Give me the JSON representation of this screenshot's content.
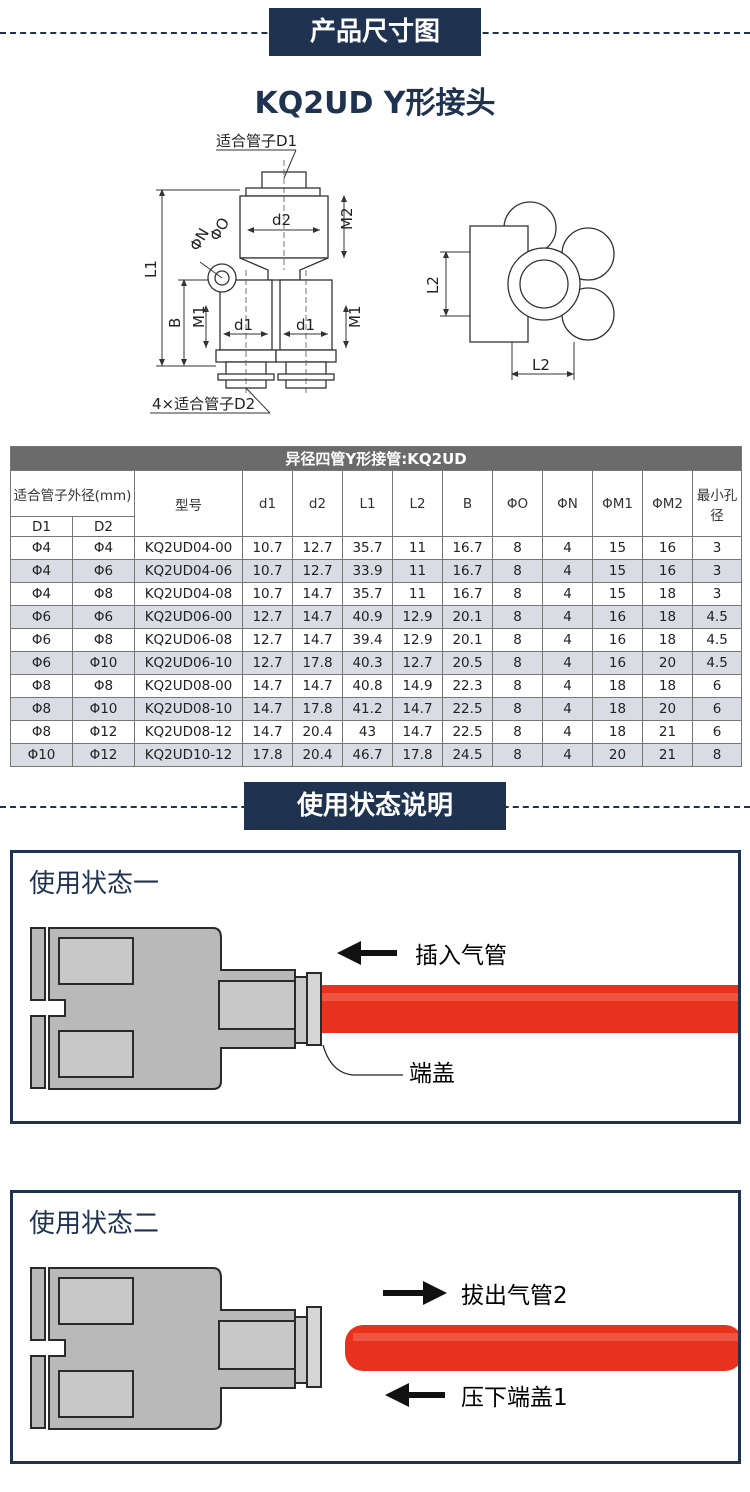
{
  "section1": {
    "title": "产品尺寸图"
  },
  "product": {
    "title": "KQ2UD Y形接头"
  },
  "drawing": {
    "tube_d1_label": "适合管子D1",
    "tube_d2_label": "4×适合管子D2",
    "labels": {
      "d2": "d2",
      "d1a": "d1",
      "d1b": "d1",
      "M2": "M2",
      "M1a": "M1",
      "M1b": "M1",
      "L1": "L1",
      "B": "B",
      "phiN": "ΦN",
      "phiO": "ΦO",
      "L2a": "L2",
      "L2b": "L2"
    }
  },
  "table": {
    "title": "异径四管Y形接管:KQ2UD",
    "headers": {
      "tube_od": "适合管子外径(mm)",
      "D1": "D1",
      "D2": "D2",
      "model": "型号",
      "d1": "d1",
      "d2": "d2",
      "L1": "L1",
      "L2": "L2",
      "B": "B",
      "phiO": "ΦO",
      "phiN": "ΦN",
      "phiM1": "ΦM1",
      "phiM2": "ΦM2",
      "min_hole": "最小孔径"
    },
    "rows": [
      [
        "Φ4",
        "Φ4",
        "KQ2UD04-00",
        "10.7",
        "12.7",
        "35.7",
        "11",
        "16.7",
        "8",
        "4",
        "15",
        "16",
        "3"
      ],
      [
        "Φ4",
        "Φ6",
        "KQ2UD04-06",
        "10.7",
        "12.7",
        "33.9",
        "11",
        "16.7",
        "8",
        "4",
        "15",
        "16",
        "3"
      ],
      [
        "Φ4",
        "Φ8",
        "KQ2UD04-08",
        "10.7",
        "14.7",
        "35.7",
        "11",
        "16.7",
        "8",
        "4",
        "15",
        "18",
        "3"
      ],
      [
        "Φ6",
        "Φ6",
        "KQ2UD06-00",
        "12.7",
        "14.7",
        "40.9",
        "12.9",
        "20.1",
        "8",
        "4",
        "16",
        "18",
        "4.5"
      ],
      [
        "Φ6",
        "Φ8",
        "KQ2UD06-08",
        "12.7",
        "14.7",
        "39.4",
        "12.9",
        "20.1",
        "8",
        "4",
        "16",
        "18",
        "4.5"
      ],
      [
        "Φ6",
        "Φ10",
        "KQ2UD06-10",
        "12.7",
        "17.8",
        "40.3",
        "12.7",
        "20.5",
        "8",
        "4",
        "16",
        "20",
        "4.5"
      ],
      [
        "Φ8",
        "Φ8",
        "KQ2UD08-00",
        "14.7",
        "14.7",
        "40.8",
        "14.9",
        "22.3",
        "8",
        "4",
        "18",
        "18",
        "6"
      ],
      [
        "Φ8",
        "Φ10",
        "KQ2UD08-10",
        "14.7",
        "17.8",
        "41.2",
        "14.7",
        "22.5",
        "8",
        "4",
        "18",
        "20",
        "6"
      ],
      [
        "Φ8",
        "Φ12",
        "KQ2UD08-12",
        "14.7",
        "20.4",
        "43",
        "14.7",
        "22.5",
        "8",
        "4",
        "18",
        "21",
        "6"
      ],
      [
        "Φ10",
        "Φ12",
        "KQ2UD10-12",
        "17.8",
        "20.4",
        "46.7",
        "17.8",
        "24.5",
        "8",
        "4",
        "20",
        "21",
        "8"
      ]
    ]
  },
  "section2": {
    "title": "使用状态说明"
  },
  "usage1": {
    "title": "使用状态一",
    "insert_label": "插入气管",
    "cap_label": "端盖"
  },
  "usage2": {
    "title": "使用状态二",
    "pull_label": "拔出气管2",
    "press_label": "压下端盖1"
  },
  "colors": {
    "navy": "#1f3350",
    "tube_red": "#e8321e",
    "fitting_gray": "#b9b9b9",
    "row_alt": "#d9dde3"
  }
}
